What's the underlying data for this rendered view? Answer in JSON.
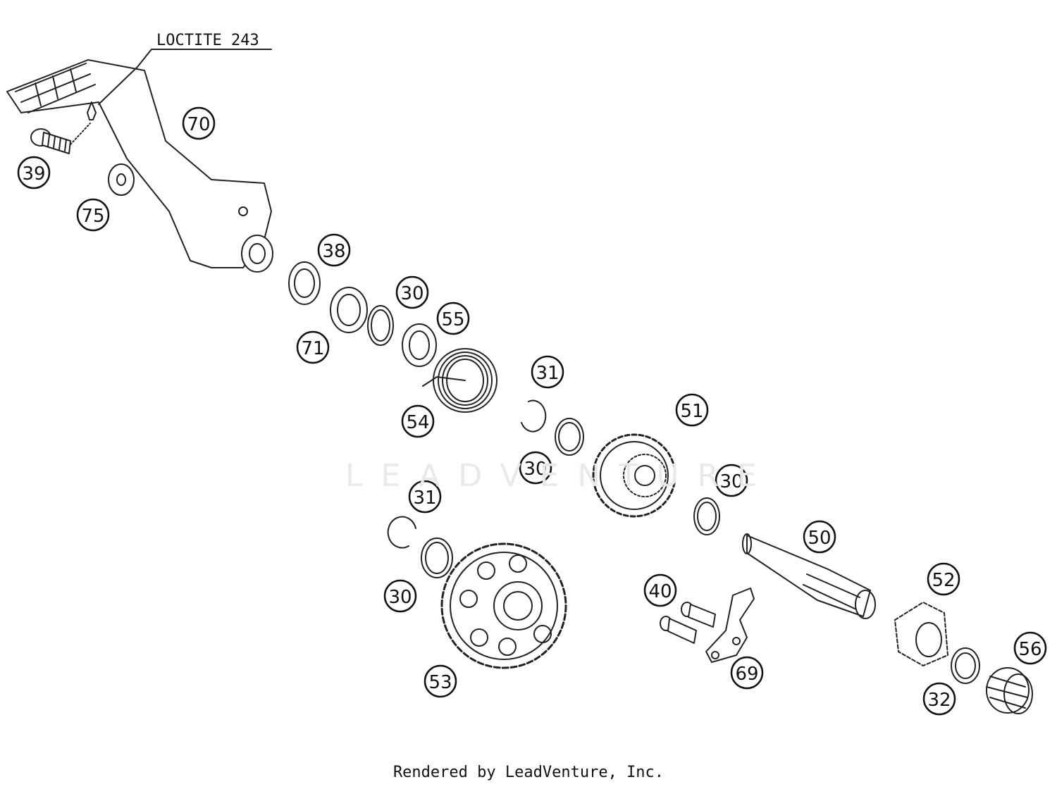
{
  "annotation": "LOCTITE 243",
  "watermark": "LEADVENTURE",
  "footer": "Rendered by LeadVenture, Inc.",
  "callouts": [
    "70",
    "39",
    "75",
    "38",
    "30",
    "55",
    "71",
    "31",
    "54",
    "51",
    "30",
    "30",
    "31",
    "30",
    "50",
    "40",
    "52",
    "56",
    "53",
    "69",
    "32"
  ]
}
